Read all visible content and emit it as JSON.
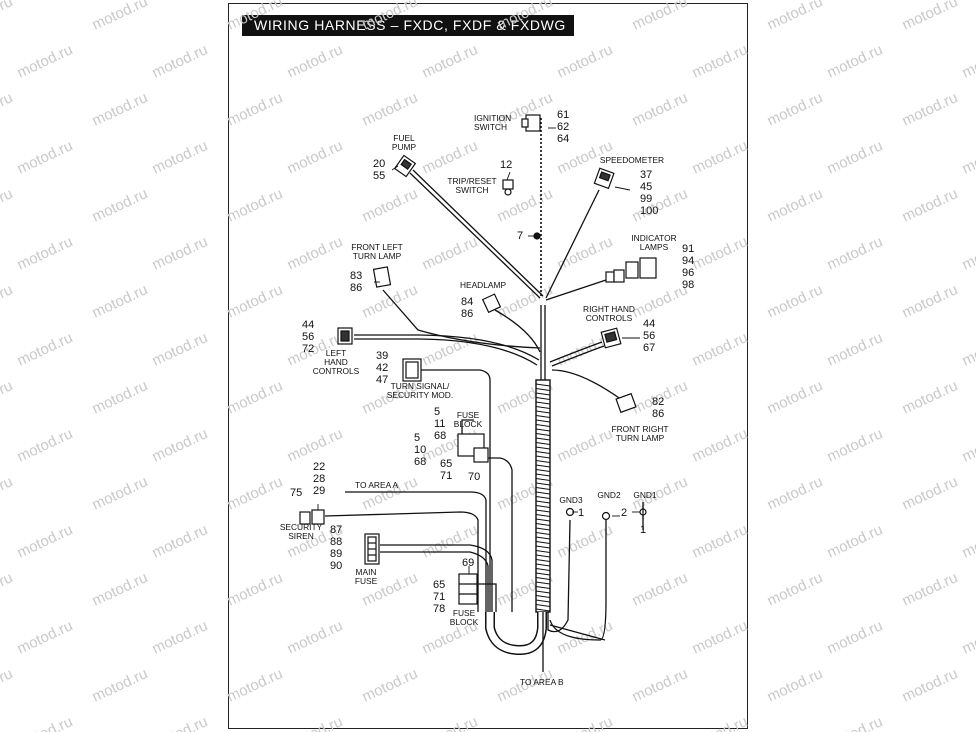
{
  "title": "WIRING HARNESS – FXDC, FXDF & FXDWG",
  "watermark": "motod.ru",
  "components": [
    {
      "id": "ignition",
      "lines": [
        "IGNITION",
        "SWITCH"
      ],
      "numbers": [
        "61",
        "62",
        "64"
      ]
    },
    {
      "id": "fuel-pump",
      "lines": [
        "FUEL",
        "PUMP"
      ],
      "numbers": [
        "20",
        "55"
      ]
    },
    {
      "id": "trip-reset",
      "lines": [
        "TRIP/RESET",
        "SWITCH"
      ],
      "numbers": [
        "12"
      ]
    },
    {
      "id": "speedometer",
      "lines": [
        "SPEEDOMETER"
      ],
      "numbers": [
        "37",
        "45",
        "99",
        "100"
      ]
    },
    {
      "id": "indicator-lamps",
      "lines": [
        "INDICATOR",
        "LAMPS"
      ],
      "numbers": [
        "91",
        "94",
        "96",
        "98"
      ]
    },
    {
      "id": "front-left-turn",
      "lines": [
        "FRONT LEFT",
        "TURN LAMP"
      ],
      "numbers": [
        "83",
        "86"
      ]
    },
    {
      "id": "headlamp",
      "lines": [
        "HEADLAMP"
      ],
      "numbers": [
        "84",
        "86"
      ]
    },
    {
      "id": "left-hand-controls",
      "lines": [
        "LEFT",
        "HAND",
        "CONTROLS"
      ],
      "numbers": [
        "44",
        "56",
        "72"
      ]
    },
    {
      "id": "right-hand-controls",
      "lines": [
        "RIGHT HAND",
        "CONTROLS"
      ],
      "numbers": [
        "44",
        "56",
        "67"
      ]
    },
    {
      "id": "turn-signal-module",
      "lines": [
        "TURN SIGNAL/",
        "SECURITY MOD."
      ],
      "numbers": [
        "39",
        "42",
        "47"
      ]
    },
    {
      "id": "front-right-turn",
      "lines": [
        "FRONT RIGHT",
        "TURN LAMP"
      ],
      "numbers": [
        "82",
        "86"
      ]
    },
    {
      "id": "fuse-block-upper",
      "lines": [
        "FUSE",
        "BLOCK"
      ],
      "numbers": [
        "5",
        "11",
        "68"
      ]
    },
    {
      "id": "fuse-block-upper-left",
      "lines": [],
      "numbers": [
        "5",
        "10",
        "68"
      ]
    },
    {
      "id": "fuse-block-upper-right",
      "lines": [],
      "numbers": [
        "65",
        "71"
      ]
    },
    {
      "id": "fuse-block-upper-right-2",
      "lines": [],
      "numbers": [
        "70"
      ]
    },
    {
      "id": "security-siren",
      "lines": [
        "SECURITY",
        "SIREN"
      ],
      "numbers": [
        "75"
      ]
    },
    {
      "id": "siren-connector",
      "lines": [],
      "numbers": [
        "22",
        "28",
        "29"
      ]
    },
    {
      "id": "main-fuse",
      "lines": [
        "MAIN",
        "FUSE"
      ],
      "numbers": [
        "87",
        "88",
        "89",
        "90"
      ]
    },
    {
      "id": "fuse-block-lower",
      "lines": [
        "FUSE",
        "BLOCK"
      ],
      "numbers": [
        "65",
        "71",
        "78"
      ]
    },
    {
      "id": "fuse-block-lower-top",
      "lines": [],
      "numbers": [
        "69"
      ]
    },
    {
      "id": "gnd3",
      "lines": [
        "GND3"
      ],
      "numbers": [
        "1"
      ]
    },
    {
      "id": "gnd2",
      "lines": [
        "GND2"
      ],
      "numbers": [
        "2"
      ]
    },
    {
      "id": "gnd1",
      "lines": [
        "GND1"
      ],
      "numbers": [
        "1"
      ]
    },
    {
      "id": "clip",
      "lines": [],
      "numbers": [
        "7"
      ]
    }
  ],
  "to_area_a": "TO AREA A",
  "to_area_b": "TO AREA B"
}
